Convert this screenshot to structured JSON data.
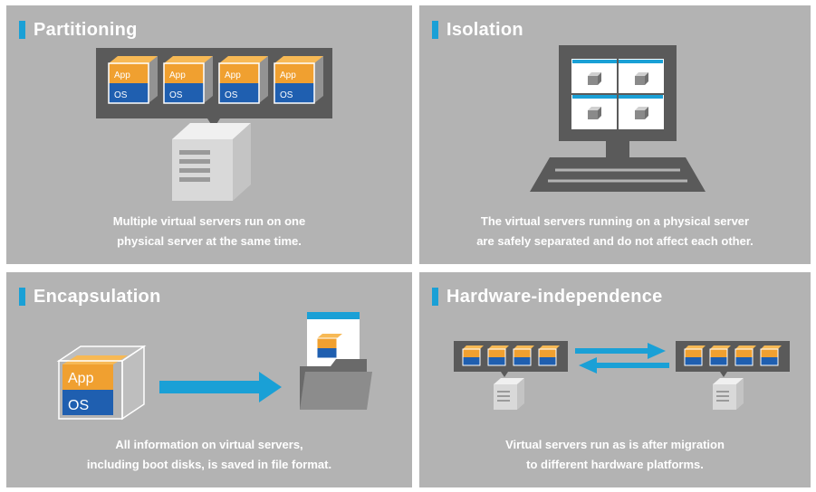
{
  "colors": {
    "panel_bg": "#b3b3b3",
    "accent": "#1aa0d6",
    "app_orange": "#f0a030",
    "os_blue": "#1f5fb0",
    "dark_gray": "#5a5a5a"
  },
  "panels": [
    {
      "title": "Partitioning",
      "caption": [
        "Multiple virtual servers run on one",
        "physical server at the same time."
      ],
      "cube_labels": {
        "app": "App",
        "os": "OS"
      }
    },
    {
      "title": "Isolation",
      "caption": [
        "The virtual servers running on a physical server",
        "are safely separated and do not affect each other."
      ]
    },
    {
      "title": "Encapsulation",
      "caption": [
        "All information on virtual servers,",
        "including boot disks, is saved in file format."
      ],
      "cube_labels": {
        "app": "App",
        "os": "OS"
      }
    },
    {
      "title": "Hardware-independence",
      "caption": [
        "Virtual servers run as is after migration",
        "to different hardware platforms."
      ]
    }
  ]
}
